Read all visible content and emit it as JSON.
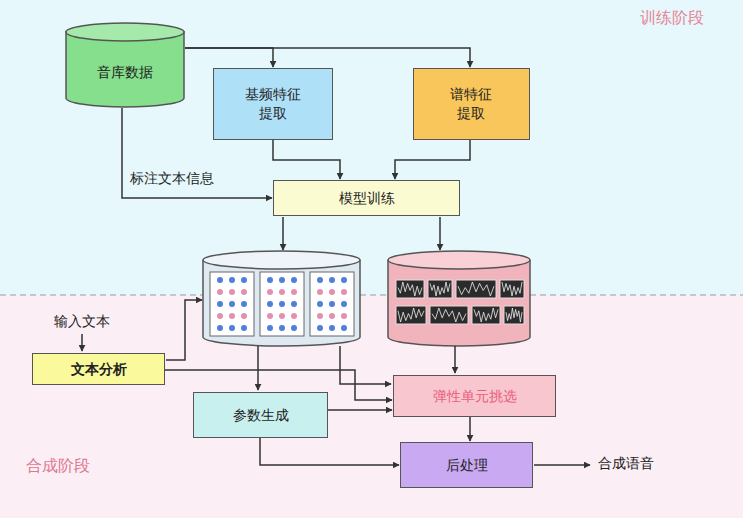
{
  "diagram": {
    "nodes": [
      {
        "text": [
          "音库数据"
        ]
      },
      {
        "text": [
          "基频特征 提取"
        ]
      },
      {
        "text": [
          "谱特征 提取"
        ]
      },
      {
        "text": [
          "模型训练"
        ]
      },
      {
        "text": [
          "文本分析"
        ]
      },
      {
        "text": [
          "弹性单元挑选"
        ]
      },
      {
        "text": [
          "参数生成"
        ]
      },
      {
        "text": [
          "后处理"
        ]
      }
    ],
    "edges": [
      {
        "from": 0,
        "to": 1,
        "arrow": "to"
      },
      {
        "from": 0,
        "to": 2,
        "arrow": "to"
      },
      {
        "from": 0,
        "to": 3,
        "label": "标注文本信息",
        "arrow": "to"
      },
      {
        "from": 1,
        "to": 3,
        "arrow": "to"
      },
      {
        "from": 2,
        "to": 3,
        "arrow": "to"
      },
      {
        "from": 4,
        "to": 5,
        "arrow": "to"
      },
      {
        "from": 6,
        "to": 5,
        "arrow": "to"
      },
      {
        "from": 6,
        "to": 7,
        "arrow": "to"
      },
      {
        "from": 5,
        "to": 7,
        "arrow": "to"
      }
    ],
    "labels": [
      "训练阶段",
      "输入文本",
      "合成阶段",
      "合成语音"
    ]
  }
}
